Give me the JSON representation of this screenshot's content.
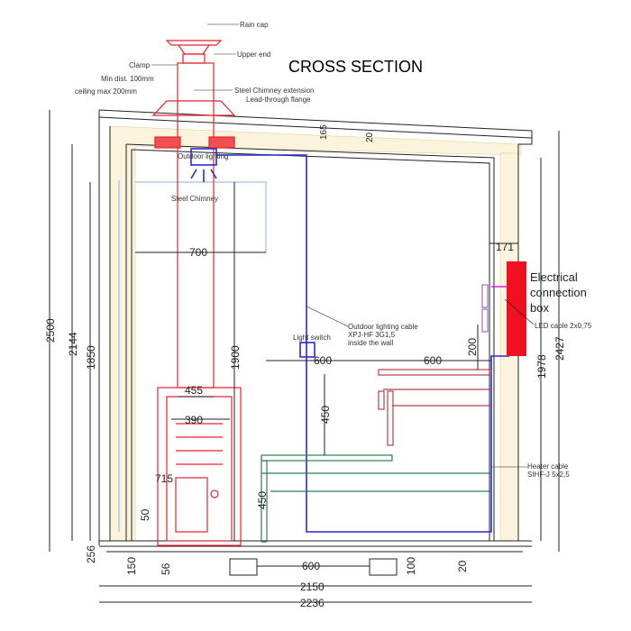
{
  "title": "CROSS SECTION",
  "labels": {
    "rain_cap": "Rain cap",
    "upper_end": "Upper end",
    "clamp": "Clamp",
    "min_dist": "Min dist. 100mm",
    "ceiling_max": "ceiling max 200mm",
    "chimney_extension": "Steel Chimney extension",
    "lead_through": "Lead-through flange",
    "outdoor_lighting": "Outdoor lighting",
    "steel_chimney": "Steel Chimney",
    "electrical_box": [
      "Electrical",
      "connection",
      "box"
    ],
    "led_cable": "LED cable 2x0,75",
    "outdoor_cable": [
      "Outdoor lighting cable",
      "XPJ-HF 3G1,5",
      "inside the wall"
    ],
    "light_switch": "Light switch",
    "heater_cable": [
      "Heater cable",
      "SIHF-J 5x2,5"
    ]
  },
  "dimensions": {
    "d2500": "2500",
    "d2144": "2144",
    "d1850": "1850",
    "d1900": "1900",
    "d700": "700",
    "d455": "455",
    "d390": "390",
    "d715": "715",
    "d50": "50",
    "d450a": "450",
    "d450b": "450",
    "d600a": "600",
    "d600b": "600",
    "d200": "200",
    "d171": "171",
    "d1978": "1978",
    "d2427": "2427",
    "d165": "165",
    "d20top": "20",
    "d256": "256",
    "d150": "150",
    "d56": "56",
    "d600c": "600",
    "d100": "100",
    "d20": "20",
    "d2150": "2150",
    "d2236": "2236"
  }
}
